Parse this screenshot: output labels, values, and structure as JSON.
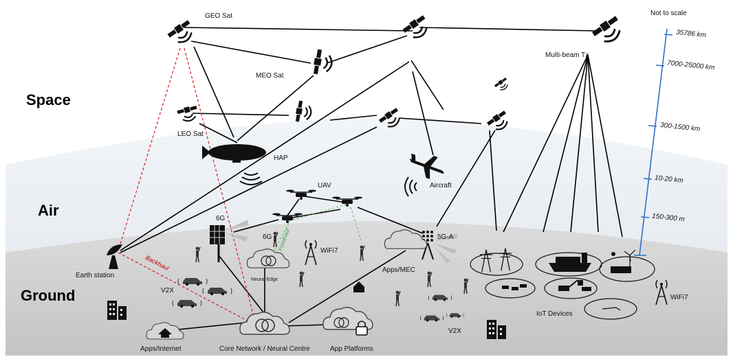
{
  "zones": {
    "space": "Space",
    "air": "Air",
    "ground": "Ground"
  },
  "labels": {
    "geo_sat": "GEO Sat",
    "meo_sat": "MEO Sat",
    "leo_sat": "LEO Sat",
    "hap": "HAP",
    "uav": "UAV",
    "aircraft": "Aircraft",
    "multi_beam": "Multi-beam Tx",
    "earth_station": "Earth station",
    "backhaul": "Backhaul",
    "fronthaul": "Fronthaul",
    "g6_left": "6G",
    "g6_right": "6G",
    "wifi7_center": "WiFi7",
    "wifi7_right": "WiFi7",
    "g5a": "5G-A",
    "apps_mec": "Apps/MEC",
    "neural_edge": "Neural Edge",
    "v2x_left": "V2X",
    "v2x_right": "V2X",
    "iot_devices": "IoT Devices",
    "apps_internet": "Apps/Internet",
    "core_network": "Core Network / Neural Centre",
    "app_platforms": "App Platforms"
  },
  "scale": {
    "title": "Not to scale",
    "ticks": [
      "35786 km",
      "7000-25000 km",
      "300-1500 km",
      "10-20 km",
      "150-300 m"
    ]
  },
  "colors": {
    "link": "#000000",
    "backhaul": "#d62020",
    "fronthaul": "#5cb85c",
    "scale": "#2f6fc4",
    "air_band": "#e4e9ef",
    "ground_band": "#d2d2d2"
  }
}
